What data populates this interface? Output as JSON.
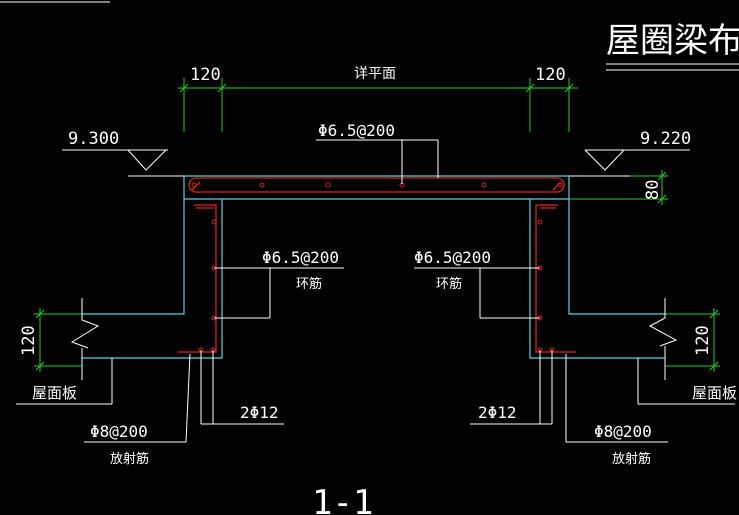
{
  "title": "屋圈梁布",
  "section_label": "1-1",
  "dims": {
    "top_left": "120",
    "top_right": "120",
    "top_middle": "详平面",
    "right_height": "80",
    "left_side": "120",
    "right_side": "120"
  },
  "elevations": {
    "left": "9.300",
    "right": "9.220"
  },
  "rebar": {
    "top_slab": "Φ6.5@200",
    "left_ring": "Φ6.5@200",
    "left_ring_sub": "环筋",
    "right_ring": "Φ6.5@200",
    "right_ring_sub": "环筋",
    "left_main": "2Φ12",
    "right_main": "2Φ12",
    "left_radial": "Φ8@200",
    "left_radial_sub": "放射筋",
    "right_radial": "Φ8@200",
    "right_radial_sub": "放射筋"
  },
  "labels": {
    "left_slab": "屋面板",
    "right_slab": "屋面板"
  },
  "colors": {
    "outline": "#4fd6e0",
    "rebar": "#e02020",
    "dimension": "#1fd21f",
    "text": "#ffffff",
    "background": "#000000"
  }
}
